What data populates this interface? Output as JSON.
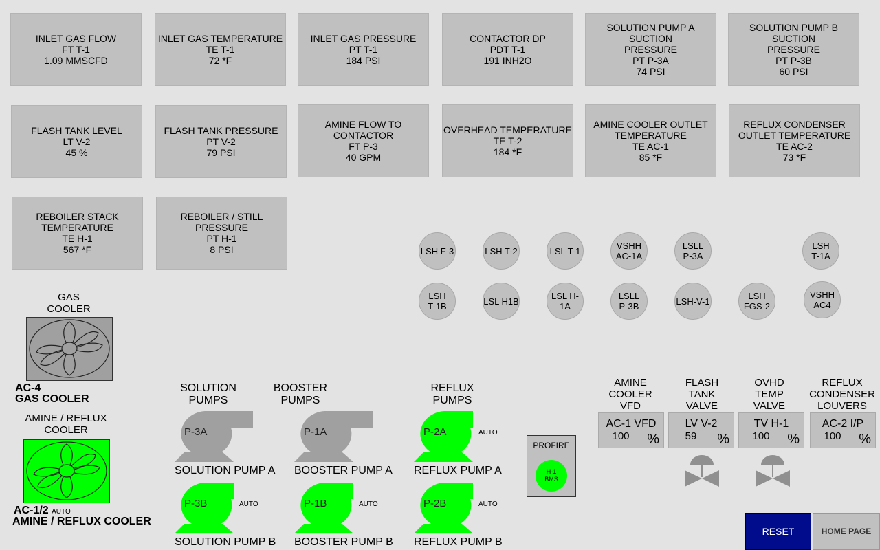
{
  "tiles": [
    {
      "l1": "INLET GAS FLOW",
      "l2": "FT T-1",
      "l3": "1.09 MMSCFD"
    },
    {
      "l1": "INLET GAS TEMPERATURE",
      "l2": "TE T-1",
      "l3": "72 *F"
    },
    {
      "l1": "INLET GAS PRESSURE",
      "l2": "PT T-1",
      "l3": "184 PSI"
    },
    {
      "l1": "CONTACTOR DP",
      "l2": "PDT T-1",
      "l3": "191 INH2O"
    },
    {
      "l1": "SOLUTION PUMP A SUCTION",
      "l2": "PRESSURE",
      "l3": "PT P-3A",
      "l4": "74 PSI"
    },
    {
      "l1": "SOLUTION PUMP B SUCTION",
      "l2": "PRESSURE",
      "l3": "PT P-3B",
      "l4": "60 PSI"
    },
    {
      "l1": "FLASH TANK LEVEL",
      "l2": "LT V-2",
      "l3": "45 %"
    },
    {
      "l1": "FLASH TANK PRESSURE",
      "l2": "PT V-2",
      "l3": "79 PSI"
    },
    {
      "l1": "AMINE FLOW TO",
      "l2": "CONTACTOR",
      "l3": "FT P-3",
      "l4": "40 GPM"
    },
    {
      "l1": "OVERHEAD TEMPERATURE",
      "l2": "TE T-2",
      "l3": "184 *F"
    },
    {
      "l1": "AMINE COOLER OUTLET",
      "l2": "TEMPERATURE",
      "l3": "TE AC-1",
      "l4": "85 *F"
    },
    {
      "l1": "REFLUX CONDENSER",
      "l2": "OUTLET TEMPERATURE",
      "l3": "TE AC-2",
      "l4": "73 *F"
    },
    {
      "l1": "REBOILER STACK",
      "l2": "TEMPERATURE",
      "l3": "TE H-1",
      "l4": "567 *F"
    },
    {
      "l1": "REBOILER / STILL",
      "l2": "PRESSURE",
      "l3": "PT H-1",
      "l4": "8 PSI"
    }
  ],
  "indicators": [
    {
      "l1": "LSH F-3",
      "l2": ""
    },
    {
      "l1": "LSH T-2",
      "l2": ""
    },
    {
      "l1": "LSL T-1",
      "l2": ""
    },
    {
      "l1": "VSHH",
      "l2": "AC-1A"
    },
    {
      "l1": "LSLL",
      "l2": "P-3A"
    },
    {
      "l1": "LSH",
      "l2": "T-1A"
    },
    {
      "l1": "LSH",
      "l2": "T-1B"
    },
    {
      "l1": "LSL H1B",
      "l2": ""
    },
    {
      "l1": "LSL H-1A",
      "l2": ""
    },
    {
      "l1": "LSLL",
      "l2": "P-3B"
    },
    {
      "l1": "LSH-V-1",
      "l2": ""
    },
    {
      "l1": "LSH",
      "l2": "FGS-2"
    },
    {
      "l1": "VSHH",
      "l2": "AC4"
    }
  ],
  "coolers": {
    "gas_title_1": "GAS",
    "gas_title_2": "COOLER",
    "gas_tag": "AC-4",
    "gas_name": "GAS COOLER",
    "amine_title_1": "AMINE / REFLUX",
    "amine_title_2": "COOLER",
    "amine_tag": "AC-1/2",
    "amine_auto": "AUTO",
    "amine_name": "AMINE / REFLUX COOLER"
  },
  "pump_groups": {
    "solution_1": "SOLUTION",
    "solution_2": "PUMPS",
    "booster_1": "BOOSTER",
    "booster_2": "PUMPS",
    "reflux_1": "REFLUX",
    "reflux_2": "PUMPS"
  },
  "pumps": [
    {
      "tag": "P-3A",
      "auto": "",
      "name": "SOLUTION PUMP A"
    },
    {
      "tag": "P-1A",
      "auto": "",
      "name": "BOOSTER PUMP A"
    },
    {
      "tag": "P-2A",
      "auto": "AUTO",
      "name": "REFLUX PUMP A"
    },
    {
      "tag": "P-3B",
      "auto": "AUTO",
      "name": "SOLUTION PUMP B"
    },
    {
      "tag": "P-1B",
      "auto": "AUTO",
      "name": "BOOSTER PUMP B"
    },
    {
      "tag": "P-2B",
      "auto": "AUTO",
      "name": "REFLUX PUMP B"
    }
  ],
  "profire": {
    "title": "PROFIRE",
    "l1": "H-1",
    "l2": "BMS"
  },
  "valves": [
    {
      "h1": "AMINE",
      "h2": "COOLER",
      "h3": "VFD",
      "tag": "AC-1 VFD",
      "value": "100",
      "unit": "%"
    },
    {
      "h1": "FLASH",
      "h2": "TANK",
      "h3": "VALVE",
      "tag": "LV V-2",
      "value": "59",
      "unit": "%"
    },
    {
      "h1": "OVHD",
      "h2": "TEMP",
      "h3": "VALVE",
      "tag": "TV H-1",
      "value": "100",
      "unit": "%"
    },
    {
      "h1": "REFLUX",
      "h2": "CONDENSER",
      "h3": "LOUVERS",
      "tag": "AC-2 I/P",
      "value": "100",
      "unit": "%"
    }
  ],
  "buttons": {
    "reset": "RESET",
    "home": "HOME PAGE"
  },
  "colors": {
    "running": "#00ff00",
    "stopped": "#a0a0a0",
    "reset_bg": "#000c8c",
    "home_bg": "#c0c0c0"
  }
}
